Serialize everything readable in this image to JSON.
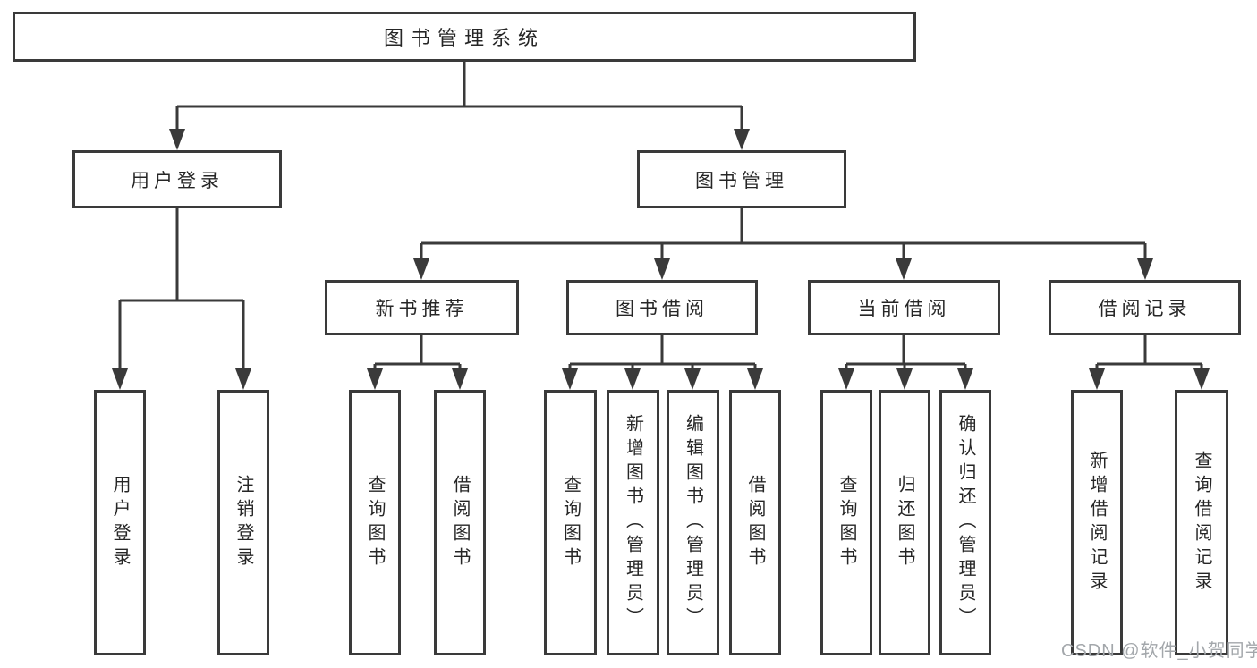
{
  "diagram": {
    "title": "图书管理系统",
    "level2": {
      "user_login": "用户登录",
      "book_management": "图书管理"
    },
    "level3": {
      "new_book": "新书推荐",
      "book_borrow": "图书借阅",
      "current_borrow": "当前借阅",
      "borrow_record": "借阅记录"
    },
    "leaves": {
      "user_login": [
        "用户登录",
        "注销登录"
      ],
      "new_book": [
        "查询图书",
        "借阅图书"
      ],
      "book_borrow": [
        "查询图书",
        "新增图书（管理员）",
        "编辑图书（管理员）",
        "借阅图书"
      ],
      "current_borrow": [
        "查询图书",
        "归还图书",
        "确认归还（管理员）"
      ],
      "borrow_record": [
        "新增借阅记录",
        "查询借阅记录"
      ]
    },
    "watermark": "CSDN @软件_小贺同学",
    "colors": {
      "line": "#3a3a3a",
      "text": "#262626",
      "watermark": "#a3a7ab",
      "background": "#ffffff"
    }
  }
}
